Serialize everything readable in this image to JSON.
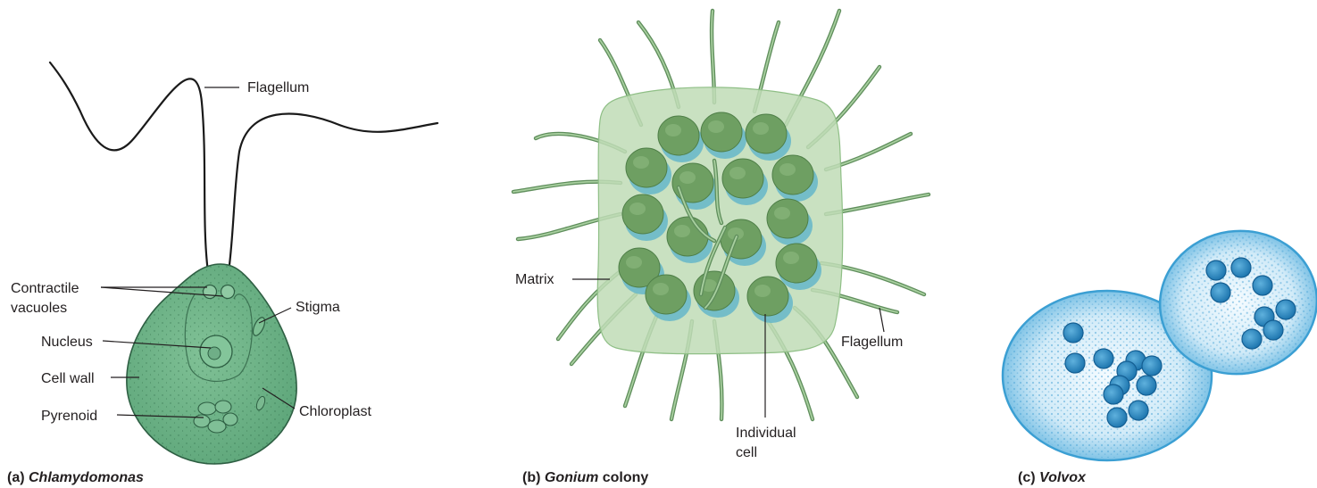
{
  "panels": {
    "a": {
      "caption_prefix": "(a) ",
      "caption_name": "Chlamydomonas",
      "labels": {
        "flagellum": "Flagellum",
        "contractile_1": "Contractile",
        "contractile_2": "vacuoles",
        "stigma": "Stigma",
        "nucleus": "Nucleus",
        "cell_wall": "Cell wall",
        "pyrenoid": "Pyrenoid",
        "chloroplast": "Chloroplast"
      }
    },
    "b": {
      "caption_prefix": "(b) ",
      "caption_name": "Gonium",
      "caption_suffix": " colony",
      "labels": {
        "matrix": "Matrix",
        "flagellum": "Flagellum",
        "cell_1": "Individual",
        "cell_2": "cell"
      }
    },
    "c": {
      "caption_prefix": "(c) ",
      "caption_name": "Volvox"
    }
  },
  "colors": {
    "chlamy_fill": "#6fb48a",
    "gonium_matrix": "#bfdcb6",
    "gonium_cell": "#6e9f62",
    "gonium_cell_shadow": "#5fb4c9",
    "volvox_blue": "#2f8fc4",
    "text": "#231f20"
  }
}
